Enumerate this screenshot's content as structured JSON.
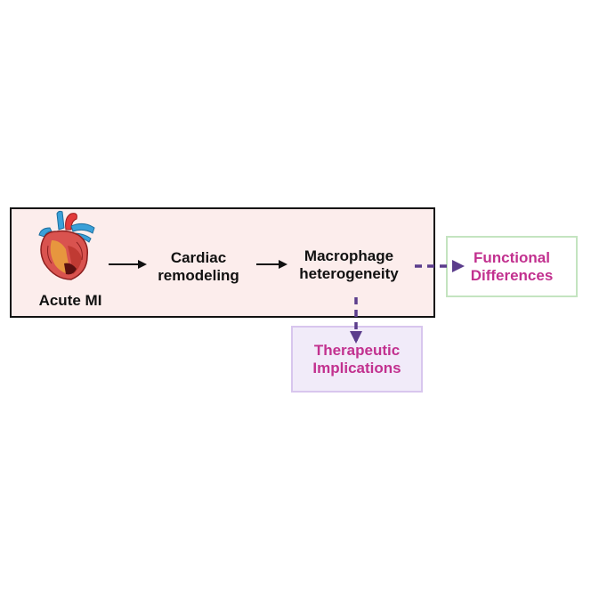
{
  "diagram": {
    "nodes": {
      "acute_mi": "Acute MI",
      "cardiac_remodeling": "Cardiac\nremodeling",
      "macrophage": "Macrophage\nheterogeneity"
    },
    "outcomes": {
      "functional": "Functional\nDifferences",
      "therapeutic": "Therapeutic\nImplications"
    },
    "icons": {
      "heart": "heart-anatomy-icon"
    },
    "colors": {
      "main_box_fill": "#fcedec",
      "outcome_text": "#c2318f",
      "dashed_arrow": "#5b3d8c",
      "functional_border": "#c4e4c0",
      "therapeutic_fill": "#f1ebf9",
      "therapeutic_border": "#d8c6ee"
    }
  }
}
